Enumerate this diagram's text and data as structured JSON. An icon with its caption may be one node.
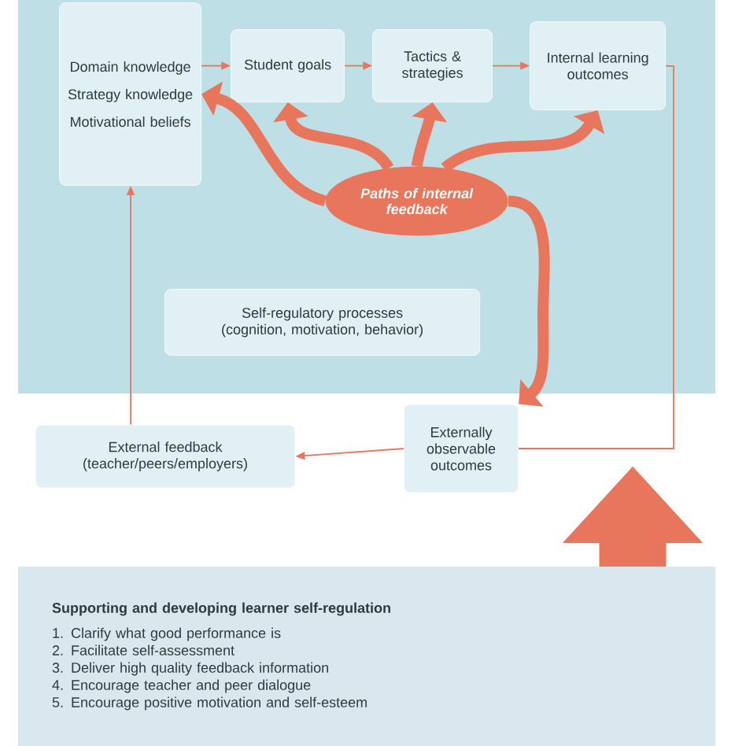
{
  "diagram": {
    "nodes": [
      {
        "text": [],
        "shape": "box"
      },
      {
        "text": [
          "Domain knowledge",
          "Strategy knowledge",
          "Motivational beliefs"
        ],
        "in": 0
      },
      {
        "text": [
          "Student goals"
        ],
        "in": 0
      },
      {
        "text": [
          "Tactics & strategies"
        ],
        "in": 0
      },
      {
        "text": [
          "Internal learning outcomes"
        ],
        "in": 0
      },
      {
        "text": [
          "Self-regulatory processes (cognition, motivation, behavior)"
        ],
        "in": 0
      },
      {
        "text": [
          "Paths of internal feedback"
        ],
        "in": 0
      },
      {
        "text": [
          "Externally observable outcomes"
        ]
      },
      {
        "text": [
          "External feedback (teacher/peers/employers)"
        ]
      },
      {
        "text": [
          "Supporting and developing learner self-regulation",
          "1. Clarify what good performance is",
          "2. Facilitate self-assessment",
          "3. Deliver high quality feedback information",
          "4. Encourage teacher and peer dialogue",
          "5. Encourage positive motivation and self-esteem"
        ]
      }
    ],
    "edges": [
      {
        "from": 1,
        "to": 2,
        "arrow": "to"
      },
      {
        "from": 2,
        "to": 3,
        "arrow": "to"
      },
      {
        "from": 3,
        "to": 4,
        "arrow": "to"
      },
      {
        "from": 4,
        "to": 7,
        "arrow": "none"
      },
      {
        "from": 7,
        "to": 8,
        "arrow": "to"
      },
      {
        "from": 8,
        "to": 1,
        "arrow": "to"
      },
      {
        "from": 6,
        "to": 1,
        "arrow": "to",
        "style": "thick"
      },
      {
        "from": 6,
        "to": 2,
        "arrow": "to",
        "style": "thick"
      },
      {
        "from": 6,
        "to": 3,
        "arrow": "to",
        "style": "thick"
      },
      {
        "from": 6,
        "to": 4,
        "arrow": "to",
        "style": "thick"
      },
      {
        "from": 6,
        "to": 7,
        "arrow": "to",
        "style": "thick"
      },
      {
        "from": 9,
        "to": null,
        "arrow": "to",
        "style": "thick"
      }
    ]
  }
}
